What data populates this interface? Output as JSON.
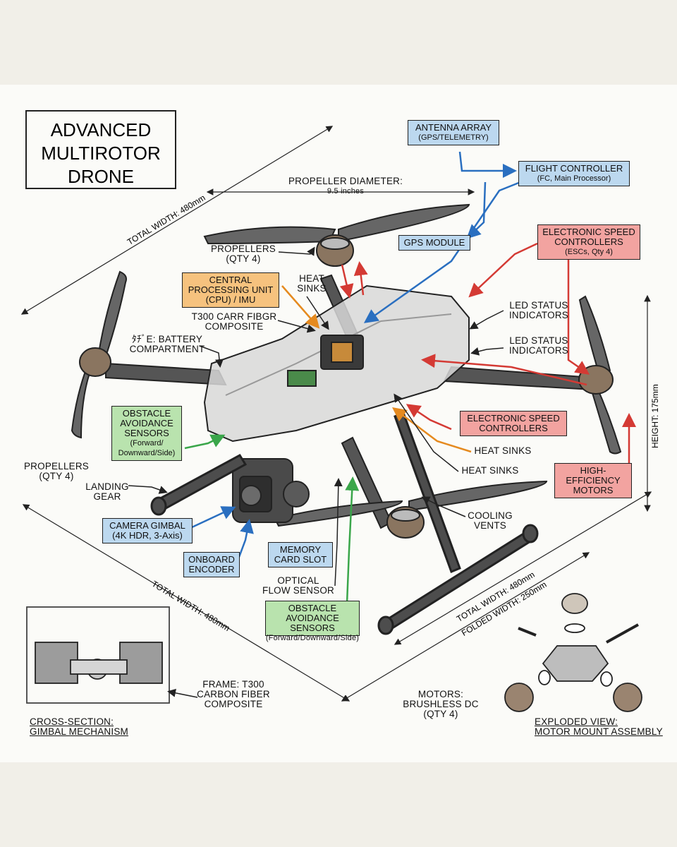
{
  "title": [
    "ADVANCED",
    "MULTIROTOR",
    "DRONE"
  ],
  "labels": {
    "antenna_array": [
      "ANTENNA ARRAY",
      "(GPS/TELEMETRY)"
    ],
    "flight_controller": [
      "FLIGHT CONTROLLER",
      "(FC, Main Processor)"
    ],
    "propeller_diameter": [
      "PROPELLER DIAMETER:",
      "9.5 inches"
    ],
    "esc_top": [
      "ELECTRONIC SPEED",
      "CONTROLLERS",
      "(ESCs, Qty 4)"
    ],
    "gps_module": "GPS MODULE",
    "propellers_top": [
      "PROPELLERS",
      "(QTY 4)"
    ],
    "cpu": [
      "CENTRAL",
      "PROCESSING UNIT",
      "(CPU) / IMU"
    ],
    "heat_sinks_top": [
      "HEAT",
      "SINKS"
    ],
    "led_status_1": [
      "LED STATUS",
      "INDICATORS"
    ],
    "t300_composite": [
      "T300 CARR FIBGR",
      "COMPOSITE"
    ],
    "battery": [
      "ﾀﾁﾞE: BATTERY",
      "COMPARTMENT"
    ],
    "led_status_2": [
      "LED STATUS",
      "INDICATORS"
    ],
    "obstacle_left": [
      "OBSTACLE",
      "AVOIDANCE",
      "SENSORS",
      "(Forward/",
      "Downward/Side)"
    ],
    "esc_mid": [
      "ELECTRONIC SPEED",
      "CONTROLLERS"
    ],
    "heat_sinks_mid1": "HEAT SINKS",
    "heat_sinks_mid2": "HEAT SINKS",
    "propellers_left": [
      "PROPELLERS",
      "(QTY 4)"
    ],
    "landing_gear": [
      "LANDING",
      "GEAR"
    ],
    "high_eff_motors": [
      "HIGH-",
      "EFFICIENCY",
      "MOTORS"
    ],
    "camera_gimbal": [
      "CAMERA GIMBAL",
      "(4K HDR, 3-Axis)"
    ],
    "cooling_vents": [
      "COOLING",
      "VENTS"
    ],
    "memory_card": [
      "MEMORY",
      "CARD SLOT"
    ],
    "onboard_encoder": [
      "ONBOARD",
      "ENCODER"
    ],
    "optical_flow": [
      "OPTICAL",
      "FLOW SENSOR"
    ],
    "obstacle_bottom": [
      "OBSTACLE",
      "AVOIDANCE",
      "SENSORS"
    ],
    "obstacle_bottom_sub": "(Forward/Downward/Side)",
    "frame": [
      "FRAME: T300",
      "CARBON FIBER",
      "COMPOSITE"
    ],
    "motors_bldc": [
      "MOTORS:",
      "BRUSHLESS DC",
      "(QTY 4)"
    ],
    "cross_section": [
      "CROSS-SECTION:",
      "GIMBAL MECHANISM"
    ],
    "exploded_view": [
      "EXPLODED VIEW:",
      "MOTOR MOUNT ASSEMBLY"
    ]
  },
  "dimensions": {
    "total_width_top": "TOTAL WIDTH: 480mm",
    "total_width_bottom_left": "TOTAL WIDTH: 480mm",
    "total_width_bottom_right": "TOTAL WIDTH: 480mm",
    "folded_width": "FOLDED WIDTH: 250mm",
    "height": "HEIGHT: 175mm"
  },
  "colors": {
    "blue": "#bcd8ef",
    "orange": "#f6c27e",
    "red": "#f2a3a0",
    "green": "#b9e3ae",
    "arrow_blue": "#2a6fc0",
    "arrow_red": "#d43a34",
    "arrow_orange": "#e58a1f",
    "arrow_green": "#3aa64a"
  }
}
